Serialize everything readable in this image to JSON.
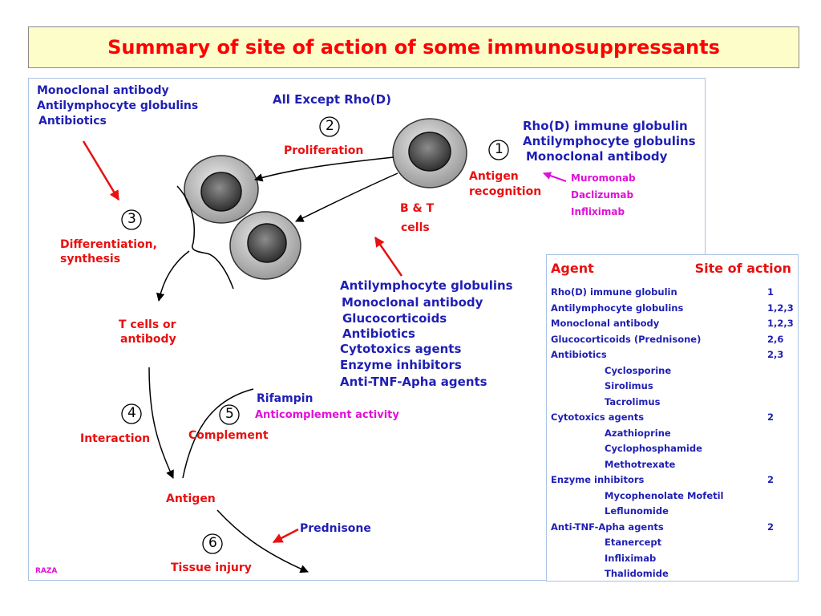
{
  "title": "Summary of site of action of some immunosuppressants",
  "credit": "RAZA",
  "steps": {
    "s1": {
      "num": "1",
      "label_line1": "Antigen",
      "label_line2": "recognition"
    },
    "s2": {
      "num": "2",
      "label": "Proliferation"
    },
    "s3": {
      "num": "3",
      "label_line1": "Differentiation,",
      "label_line2": "synthesis"
    },
    "s4": {
      "num": "4",
      "label": "Interaction"
    },
    "s5": {
      "num": "5",
      "label": "Complement"
    },
    "s6": {
      "num": "6",
      "label": "Tissue injury"
    }
  },
  "labels": {
    "bt_cells_line1": "B & T",
    "bt_cells_line2": "cells",
    "tcells_line1": "T cells or",
    "tcells_line2": "antibody",
    "antigen": "Antigen"
  },
  "annotations": {
    "top_left": [
      "Monoclonal antibody",
      "Antilymphocyte globulins",
      "Antibiotics"
    ],
    "all_except": "All Except Rho(D)",
    "step1_agents": [
      "Rho(D) immune globulin",
      "Antilymphocyte globulins",
      "Monoclonal antibody"
    ],
    "step1_examples": [
      "Muromonab",
      "Daclizumab",
      "Infliximab"
    ],
    "middle_agents": [
      "Antilymphocyte globulins",
      "Monoclonal antibody",
      "Glucocorticoids",
      "Antibiotics",
      "Cytotoxics agents",
      "Enzyme inhibitors",
      "Anti-TNF-Apha agents"
    ],
    "rifampin": "Rifampin",
    "anticomplement": "Anticomplement activity",
    "prednisone": "Prednisone"
  },
  "table": {
    "header_agent": "Agent",
    "header_site": "Site of action",
    "rows": [
      {
        "name": "Rho(D) immune globulin",
        "site": "1",
        "sub": false
      },
      {
        "name": "Antilymphocyte globulins",
        "site": "1,2,3",
        "sub": false
      },
      {
        "name": "Monoclonal antibody",
        "site": "1,2,3",
        "sub": false
      },
      {
        "name": "Glucocorticoids (Prednisone)",
        "site": "2,6",
        "sub": false
      },
      {
        "name": "Antibiotics",
        "site": "2,3",
        "sub": false
      },
      {
        "name": "Cyclosporine",
        "site": "",
        "sub": true
      },
      {
        "name": "Sirolimus",
        "site": "",
        "sub": true
      },
      {
        "name": "Tacrolimus",
        "site": "",
        "sub": true
      },
      {
        "name": "Cytotoxics agents",
        "site": "2",
        "sub": false
      },
      {
        "name": "Azathioprine",
        "site": "",
        "sub": true
      },
      {
        "name": "Cyclophosphamide",
        "site": "",
        "sub": true
      },
      {
        "name": "Methotrexate",
        "site": "",
        "sub": true
      },
      {
        "name": "Enzyme inhibitors",
        "site": "2",
        "sub": false
      },
      {
        "name": "Mycophenolate Mofetil",
        "site": "",
        "sub": true
      },
      {
        "name": "Leflunomide",
        "site": "",
        "sub": true
      },
      {
        "name": "Anti-TNF-Apha agents",
        "site": "2",
        "sub": false
      },
      {
        "name": "Etanercept",
        "site": "",
        "sub": true
      },
      {
        "name": "Infliximab",
        "site": "",
        "sub": true
      },
      {
        "name": "Thalidomide",
        "site": "",
        "sub": true
      }
    ]
  },
  "colors": {
    "title_text": "#ff0000",
    "title_bg": "#fdfdc9",
    "agent_blue": "#1f1fb4",
    "step_red": "#e81010",
    "example_magenta": "#e010d8"
  }
}
